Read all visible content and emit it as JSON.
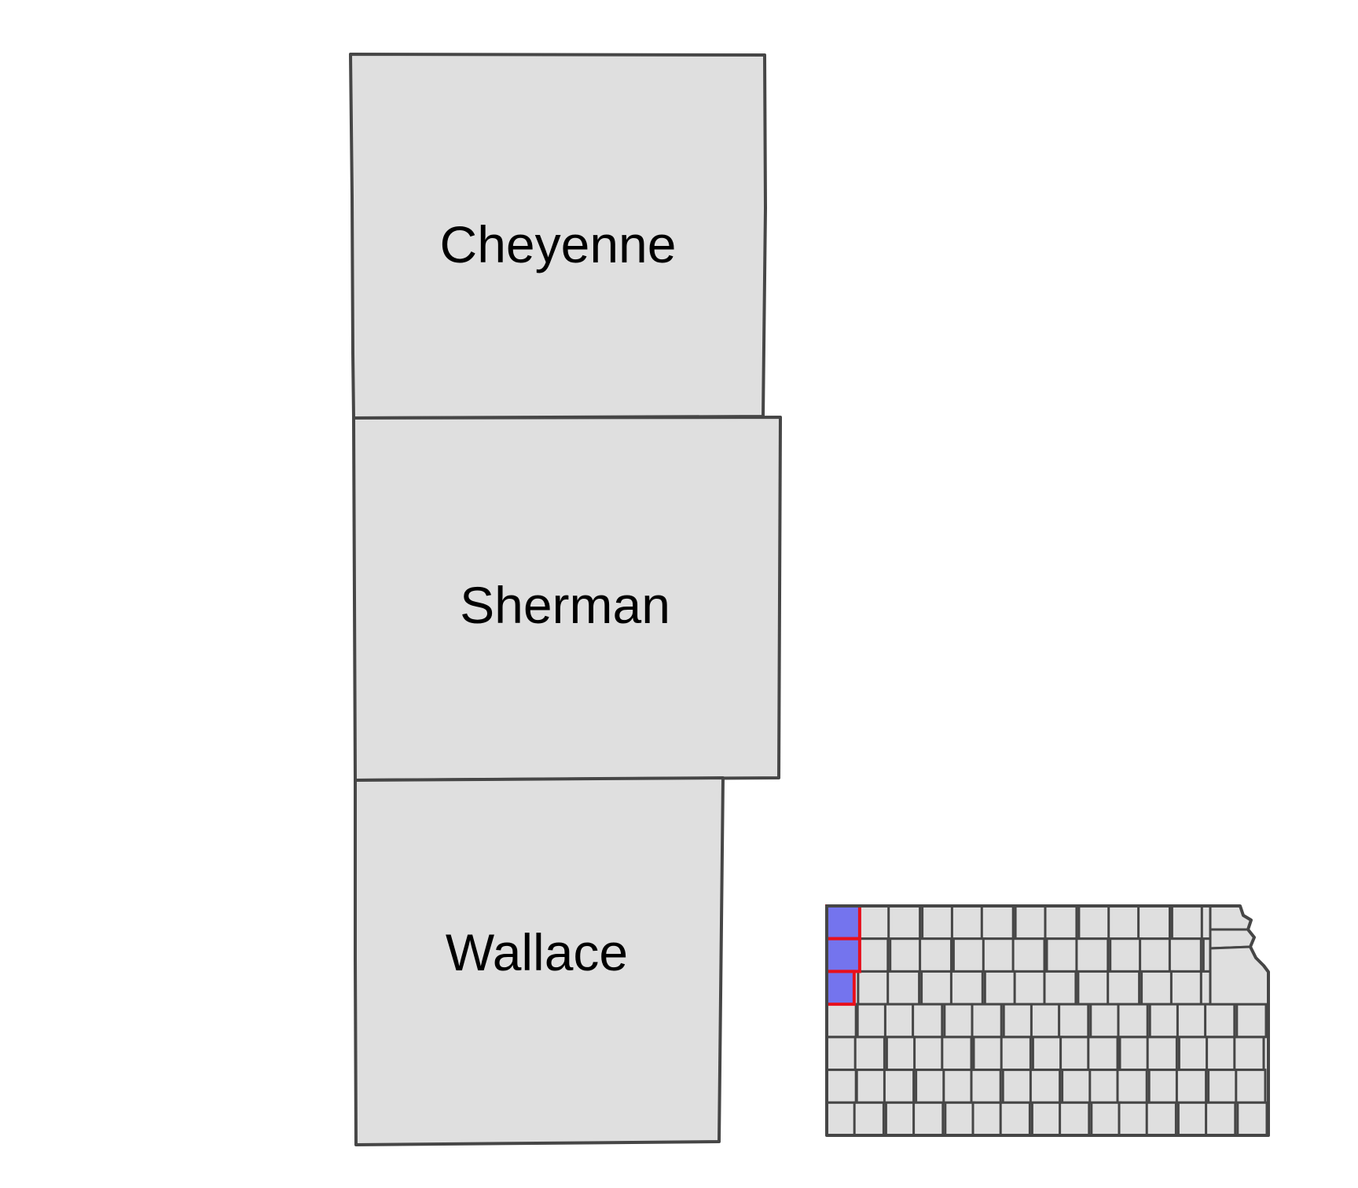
{
  "map": {
    "colors": {
      "county_fill": "#dfdfdf",
      "county_stroke": "#464646",
      "highlight_fill": "#7474ee",
      "highlight_stroke": "#e8101c",
      "background": "#ffffff"
    },
    "counties": [
      {
        "id": "cheyenne",
        "label": "Cheyenne",
        "highlighted": true
      },
      {
        "id": "sherman",
        "label": "Sherman",
        "highlighted": true
      },
      {
        "id": "wallace",
        "label": "Wallace",
        "highlighted": true
      }
    ],
    "inset": {
      "state": "Kansas",
      "grid": {
        "columns": 14,
        "rows": 7
      },
      "highlighted_cells": [
        {
          "row": 0,
          "col": 0
        },
        {
          "row": 1,
          "col": 0
        },
        {
          "row": 2,
          "col": 0
        }
      ]
    }
  }
}
